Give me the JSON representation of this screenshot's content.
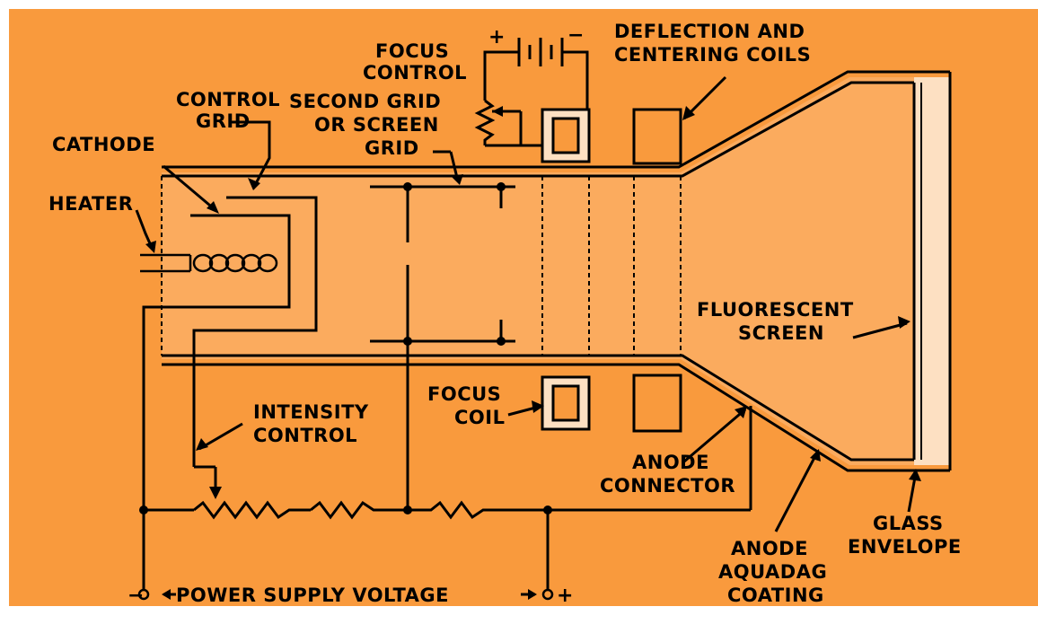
{
  "colors": {
    "background": "#f99a3d",
    "tube_fill": "#fbab5e",
    "glass": "#fde0c2",
    "ink": "#000000"
  },
  "labels": {
    "focus_control": [
      "FOCUS",
      "CONTROL"
    ],
    "deflection": [
      "DEFLECTION AND",
      "CENTERING COILS"
    ],
    "control_grid": [
      "CONTROL",
      "GRID"
    ],
    "second_grid": [
      "SECOND GRID",
      "OR SCREEN",
      "GRID"
    ],
    "cathode": "CATHODE",
    "heater": "HEATER",
    "fluorescent_screen": [
      "FLUORESCENT",
      "SCREEN"
    ],
    "focus_coil": [
      "FOCUS",
      "COIL"
    ],
    "intensity_control": [
      "INTENSITY",
      "CONTROL"
    ],
    "anode_connector": [
      "ANODE",
      "CONNECTOR"
    ],
    "glass_envelope": [
      "GLASS",
      "ENVELOPE"
    ],
    "anode_coating": [
      "ANODE",
      "AQUADAG",
      "COATING"
    ],
    "power_supply": "POWER SUPPLY VOLTAGE",
    "minus": "−",
    "plus": "+",
    "battery_plus": "+",
    "battery_minus": "−"
  },
  "icons": {
    "battery": "battery-icon",
    "resistor": "resistor-icon",
    "heater_coil": "heater-coil-icon",
    "terminal": "terminal-icon",
    "arrow": "arrow-icon"
  }
}
